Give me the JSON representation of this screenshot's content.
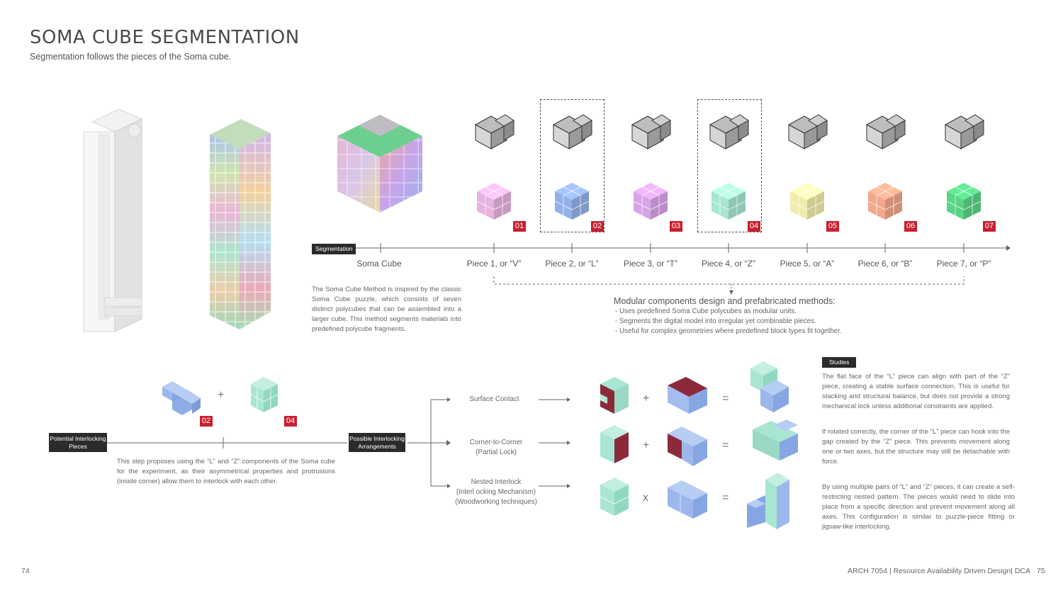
{
  "header": {
    "title": "SOMA CUBE SEGMENTATION",
    "subtitle": "Segmentation follows the pieces of the Soma cube."
  },
  "timeline": {
    "tag": "Segmentation",
    "soma_label": "Soma Cube",
    "pieces": [
      {
        "label": "Piece 1, or “V”",
        "num": "01",
        "color": "#e6b3df"
      },
      {
        "label": "Piece 2, or “L”",
        "num": "02",
        "color": "#93b1e8"
      },
      {
        "label": "Piece 3, or “T”",
        "num": "03",
        "color": "#d8a4e8"
      },
      {
        "label": "Piece 4, or “Z”",
        "num": "04",
        "color": "#a8e6d2"
      },
      {
        "label": "Piece 5, or “A”",
        "num": "05",
        "color": "#f1ecaa"
      },
      {
        "label": "Piece 6, or “B”",
        "num": "06",
        "color": "#f2a88c"
      },
      {
        "label": "Piece 7, or “P”",
        "num": "07",
        "color": "#5ad486"
      }
    ]
  },
  "soma_description": "The Soma Cube Method is inspired by the classic Soma Cube puzzle, which consists of seven distinct polycubes that can be assembled into a larger cube. This method segments materials into predefined polycube fragments.",
  "modular": {
    "heading": "Modular components design and prefabricated methods:",
    "bullets": [
      "- Uses predefined Soma Cube polycubes as modular units.",
      "- Segments the digital model into irregular yet combinable pieces.",
      "- Useful for complex geometries where predefined block types fit together."
    ]
  },
  "interlock": {
    "left_tag_line1": "Potential Interlocking",
    "left_tag_line2": "Pieces",
    "right_tag_line1": "Possible Interlocking",
    "right_tag_line2": "Arrangements",
    "plus": "+",
    "badge_a": "02",
    "badge_b": "04",
    "description": "This step proposes using the “L” and “Z” components of the Soma cube for the experiment, as their asymmetrical properties and protrusions (inside corner) allow them to interlock with each other."
  },
  "arrangements": [
    {
      "line1": "Surface Contact",
      "line2": "",
      "line3": "",
      "op": "+"
    },
    {
      "line1": "Corner-to-Corner",
      "line2": "(Partial Lock)",
      "line3": "",
      "op": "+"
    },
    {
      "line1": "Nested Interlock",
      "line2": "(Interl ocking Mechanism)",
      "line3": "(Woodworking techniques)",
      "op": "x"
    }
  ],
  "equals": "=",
  "studies": {
    "tag": "Studies",
    "paragraphs": [
      "The flat face of the “L” piece can align with part of the “Z” piece, creating a stable surface connection. This is useful for stacking and structural balance, but does not provide a strong mechanical lock unless additional constraints are applied.",
      "If rotated correctly, the corner of the “L” piece can hook into the gap created by the “Z” piece. This prevents movement along one or two axes, but the structure may still be detachable with force.",
      "By using multiple pairs of “L” and “Z” pieces, it can create a self-restricting nested pattern. The pieces would need to slide into place from a specific direction and prevent movement along all axes. This configuration is similar to puzzle-piece fitting or jigsaw-like interlocking."
    ]
  },
  "footer": {
    "page_left": "74",
    "course": "ARCH 7054",
    "sep1": "|",
    "subject": "Resource  Availability  Driven Design",
    "sep2": "|",
    "org": "DCA",
    "page_right": "75"
  },
  "colors": {
    "badge_red": "#c8202f",
    "tag_dark": "#2b2b2b",
    "l_piece": "#93b1e8",
    "z_piece": "#a8e6d2",
    "maroon": "#8c2a3c"
  }
}
